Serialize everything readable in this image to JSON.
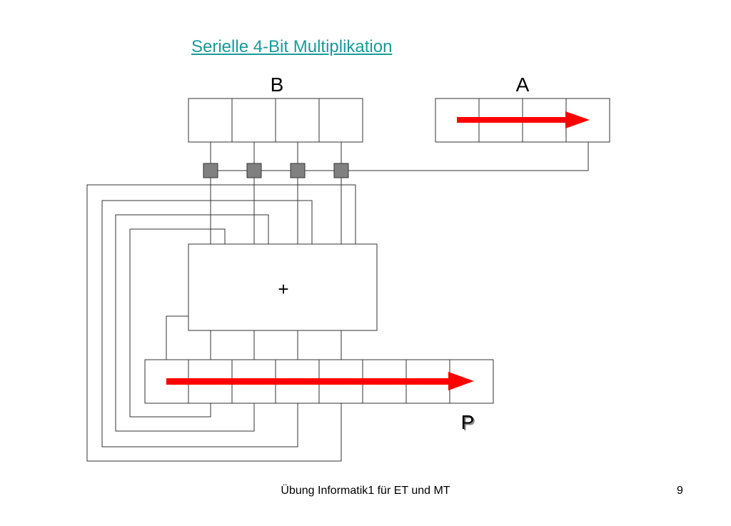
{
  "slide": {
    "title": "Serielle 4-Bit Multiplikation",
    "footer": "Übung Informatik1 für ET und MT",
    "page_number": "9"
  },
  "diagram": {
    "register_b": {
      "label": "B",
      "cells": 4
    },
    "register_a": {
      "label": "A",
      "cells": 4
    },
    "register_p": {
      "label": "P",
      "cells": 8
    },
    "adder": {
      "symbol": "+"
    },
    "and_gates": 4,
    "colors": {
      "arrow": "#ff0000",
      "gate_fill": "#808080",
      "line": "#333333",
      "title": "#1a9a9a"
    }
  }
}
